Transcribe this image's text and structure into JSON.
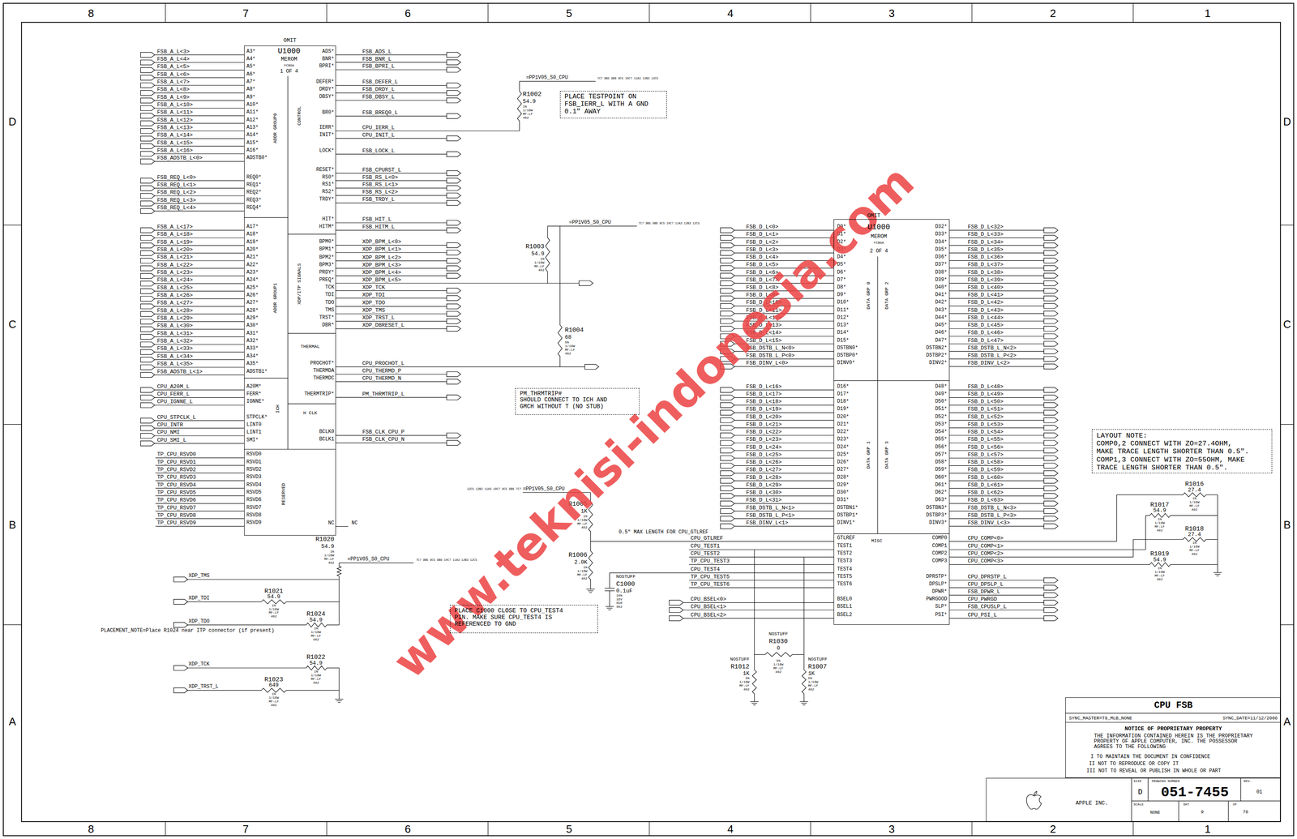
{
  "diagram": {
    "title": "CPU FSB",
    "nodes": [
      {
        "text": [
          "OMIT",
          "U1000",
          "MEROM",
          "FCBGA",
          "1 OF 4"
        ]
      },
      {
        "text": [
          "OMIT",
          "U1000",
          "MEROM",
          "FCBGA",
          "2 OF 4"
        ]
      },
      {
        "text": [
          "PLACE TESTPOINT ON FSB_IERR_L WITH A GND 0.1\" AWAY"
        ]
      },
      {
        "text": [
          "PM_THRMTRIP#",
          "SHOULD CONNECT TO ICH AND GMCH WITHOUT T (NO STUB)"
        ]
      },
      {
        "text": [
          "PLACE C1000 CLOSE TO CPU_TEST4 PIN. MAKE SURE CPU_TEST4 IS REFERENCED TO GND"
        ]
      },
      {
        "text": [
          "LAYOUT NOTE:",
          "COMP0,2 CONNECT WITH ZO=27.4OHM, MAKE TRACE LENGTH SHORTER THAN 0.5\".",
          "COMP1,3 CONNECT WITH ZO=55OHM, MAKE TRACE LENGTH SHORTER THAN 0.5\"."
        ]
      },
      {
        "text": [
          "SYNC_MASTER=T9_MLB_NONE",
          "SYNC_DATE=11/12/2006",
          "NOTICE OF PROPRIETARY PROPERTY",
          "THE INFORMATION CONTAINED HEREIN IS THE PROPRIETARY PROPERTY OF APPLE COMPUTER, INC. THE POSSESSOR AGREES TO THE FOLLOWING",
          "I TO MAINTAIN THE DOCUMENT IN CONFIDENCE",
          "II NOT TO REPRODUCE OR COPY IT",
          "III NOT TO REVEAL OR PUBLISH IN WHOLE OR PART"
        ]
      },
      {
        "text": [
          "APPLE INC.",
          "SIZE",
          "D",
          "DRAWING NUMBER",
          "051-7455",
          "REV.",
          "01",
          "SCALE",
          "NONE",
          "SHT",
          "9",
          "OF",
          "76"
        ]
      }
    ],
    "labels": [
      "FSB_A_L<3>",
      "FSB_A_L<4>",
      "FSB_A_L<5>",
      "FSB_A_L<6>",
      "FSB_A_L<7>",
      "FSB_A_L<8>",
      "FSB_A_L<9>",
      "FSB_A_L<10>",
      "FSB_A_L<11>",
      "FSB_A_L<12>",
      "FSB_A_L<13>",
      "FSB_A_L<14>",
      "FSB_A_L<15>",
      "FSB_A_L<16>",
      "FSB_ADSTB_L<0>",
      "A3*",
      "A4*",
      "A5*",
      "A6*",
      "A7*",
      "A8*",
      "A9*",
      "A10*",
      "A11*",
      "A12*",
      "A13*",
      "A14*",
      "A15*",
      "A16*",
      "ADSTB0*",
      "FSB_REQ_L<0>",
      "FSB_REQ_L<1>",
      "FSB_REQ_L<2>",
      "FSB_REQ_L<3>",
      "FSB_REQ_L<4>",
      "REQ0*",
      "REQ1*",
      "REQ2*",
      "REQ3*",
      "REQ4*",
      "FSB_A_L<17>",
      "FSB_A_L<18>",
      "FSB_A_L<19>",
      "FSB_A_L<20>",
      "FSB_A_L<21>",
      "FSB_A_L<22>",
      "FSB_A_L<23>",
      "FSB_A_L<24>",
      "FSB_A_L<25>",
      "FSB_A_L<26>",
      "FSB_A_L<27>",
      "FSB_A_L<28>",
      "FSB_A_L<29>",
      "FSB_A_L<30>",
      "FSB_A_L<31>",
      "FSB_A_L<32>",
      "FSB_A_L<33>",
      "FSB_A_L<34>",
      "FSB_A_L<35>",
      "FSB_ADSTB_L<1>",
      "A17*",
      "A18*",
      "A19*",
      "A20*",
      "A21*",
      "A22*",
      "A23*",
      "A24*",
      "A25*",
      "A26*",
      "A27*",
      "A28*",
      "A29*",
      "A30*",
      "A31*",
      "A32*",
      "A33*",
      "A34*",
      "A35*",
      "ADSTB1*",
      "CPU_A20M_L",
      "CPU_FERR_L",
      "CPU_IGNNE_L",
      "A20M*",
      "FERR*",
      "IGNNE*",
      "CPU_STPCLK_L",
      "CPU_INTR",
      "CPU_NMI",
      "CPU_SMI_L",
      "STPCLK*",
      "LINT0",
      "LINT1",
      "SMI*",
      "TP_CPU_RSVD0",
      "TP_CPU_RSVD1",
      "TP_CPU_RSVD2",
      "TP_CPU_RSVD3",
      "TP_CPU_RSVD4",
      "TP_CPU_RSVD5",
      "TP_CPU_RSVD6",
      "TP_CPU_RSVD7",
      "TP_CPU_RSVD8",
      "TP_CPU_RSVD9",
      "RSVD0",
      "RSVD1",
      "RSVD2",
      "RSVD3",
      "RSVD4",
      "RSVD5",
      "RSVD6",
      "RSVD7",
      "RSVD8",
      "RSVD9",
      "ADS*",
      "BNR*",
      "BPRI*",
      "DEFER*",
      "DRDY*",
      "DBSY*",
      "BR0*",
      "IERR*",
      "INIT*",
      "LOCK*",
      "RESET*",
      "RS0*",
      "RS1*",
      "RS2*",
      "TRDY*",
      "HIT*",
      "HITM*",
      "BPM0*",
      "BPM1*",
      "BPM2*",
      "BPM3*",
      "PRDY*",
      "PREQ*",
      "TCK",
      "TDI",
      "TDO",
      "TMS",
      "TRST*",
      "DBR*",
      "PROCHOT*",
      "THERMDA",
      "THERMDC",
      "THERMTRIP*",
      "BCLK0",
      "BCLK1",
      "NC",
      "FSB_ADS_L",
      "FSB_BNR_L",
      "FSB_BPRI_L",
      "FSB_DEFER_L",
      "FSB_DRDY_L",
      "FSB_DBSY_L",
      "FSB_BREQ0_L",
      "CPU_IERR_L",
      "CPU_INIT_L",
      "FSB_LOCK_L",
      "FSB_CPURST_L",
      "FSB_RS_L<0>",
      "FSB_RS_L<1>",
      "FSB_RS_L<2>",
      "FSB_TRDY_L",
      "FSB_HIT_L",
      "FSB_HITM_L",
      "XDP_BPM_L<0>",
      "XDP_BPM_L<1>",
      "XDP_BPM_L<2>",
      "XDP_BPM_L<3>",
      "XDP_BPM_L<4>",
      "XDP_BPM_L<5>",
      "XDP_TCK",
      "XDP_TDI",
      "XDP_TDO",
      "XDP_TMS",
      "XDP_TRST_L",
      "XDP_DBRESET_L",
      "CPU_PROCHOT_L",
      "CPU_THERMD_P",
      "CPU_THERMD_N",
      "PM_THRMTRIP_L",
      "FSB_CLK_CPU_P",
      "FSB_CLK_CPU_N",
      "NC",
      "ADDR GROUP0",
      "CONTROL",
      "ADDR GROUP1",
      "XDP/ITP SIGNALS",
      "THERMAL",
      "ICH",
      "H CLK",
      "RESERVED",
      "FSB_D_L<0>",
      "FSB_D_L<1>",
      "FSB_D_L<2>",
      "FSB_D_L<3>",
      "FSB_D_L<4>",
      "FSB_D_L<5>",
      "FSB_D_L<6>",
      "FSB_D_L<7>",
      "FSB_D_L<8>",
      "FSB_D_L<9>",
      "FSB_D_L<10>",
      "FSB_D_L<11>",
      "FSB_D_L<12>",
      "FSB_D_L<13>",
      "FSB_D_L<14>",
      "FSB_D_L<15>",
      "FSB_DSTB_L_N<0>",
      "FSB_DSTB_L_P<0>",
      "FSB_DINV_L<0>",
      "D0*",
      "D1*",
      "D2*",
      "D3*",
      "D4*",
      "D5*",
      "D6*",
      "D7*",
      "D8*",
      "D9*",
      "D10*",
      "D11*",
      "D12*",
      "D13*",
      "D14*",
      "D15*",
      "DSTBN0*",
      "DSTBP0*",
      "DINV0*",
      "FSB_D_L<16>",
      "FSB_D_L<17>",
      "FSB_D_L<18>",
      "FSB_D_L<19>",
      "FSB_D_L<20>",
      "FSB_D_L<21>",
      "FSB_D_L<22>",
      "FSB_D_L<23>",
      "FSB_D_L<24>",
      "FSB_D_L<25>",
      "FSB_D_L<26>",
      "FSB_D_L<27>",
      "FSB_D_L<28>",
      "FSB_D_L<29>",
      "FSB_D_L<30>",
      "FSB_D_L<31>",
      "FSB_DSTB_L_N<1>",
      "FSB_DSTB_L_P<1>",
      "FSB_DINV_L<1>",
      "D16*",
      "D17*",
      "D18*",
      "D19*",
      "D20*",
      "D21*",
      "D22*",
      "D23*",
      "D24*",
      "D25*",
      "D26*",
      "D27*",
      "D28*",
      "D29*",
      "D30*",
      "D31*",
      "DSTBN1*",
      "DSTBP1*",
      "DINV1*",
      "D32*",
      "D33*",
      "D34*",
      "D35*",
      "D36*",
      "D37*",
      "D38*",
      "D39*",
      "D40*",
      "D41*",
      "D42*",
      "D43*",
      "D44*",
      "D45*",
      "D46*",
      "D47*",
      "DSTBN2*",
      "DSTBP2*",
      "DINV2*",
      "FSB_D_L<32>",
      "FSB_D_L<33>",
      "FSB_D_L<34>",
      "FSB_D_L<35>",
      "FSB_D_L<36>",
      "FSB_D_L<37>",
      "FSB_D_L<38>",
      "FSB_D_L<39>",
      "FSB_D_L<40>",
      "FSB_D_L<41>",
      "FSB_D_L<42>",
      "FSB_D_L<43>",
      "FSB_D_L<44>",
      "FSB_D_L<45>",
      "FSB_D_L<46>",
      "FSB_D_L<47>",
      "FSB_DSTB_L_N<2>",
      "FSB_DSTB_L_P<2>",
      "FSB_DINV_L<2>",
      "D48*",
      "D49*",
      "D50*",
      "D51*",
      "D52*",
      "D53*",
      "D54*",
      "D55*",
      "D56*",
      "D57*",
      "D58*",
      "D59*",
      "D60*",
      "D61*",
      "D62*",
      "D63*",
      "DSTBN3*",
      "DSTBP3*",
      "DINV3*",
      "FSB_D_L<48>",
      "FSB_D_L<49>",
      "FSB_D_L<50>",
      "FSB_D_L<51>",
      "FSB_D_L<52>",
      "FSB_D_L<53>",
      "FSB_D_L<54>",
      "FSB_D_L<55>",
      "FSB_D_L<56>",
      "FSB_D_L<57>",
      "FSB_D_L<58>",
      "FSB_D_L<59>",
      "FSB_D_L<60>",
      "FSB_D_L<61>",
      "FSB_D_L<62>",
      "FSB_D_L<63>",
      "FSB_DSTB_L_N<3>",
      "FSB_DSTB_L_P<3>",
      "FSB_DINV_L<3>",
      "GTLREF",
      "TEST1",
      "TEST2",
      "TEST3",
      "TEST4",
      "TEST5",
      "TEST6",
      "BSEL0",
      "BSEL1",
      "BSEL2",
      "CPU_GTLREF",
      "CPU_TEST1",
      "CPU_TEST2",
      "TP_CPU_TEST3",
      "CPU_TEST4",
      "TP_CPU_TEST5",
      "TP_CPU_TEST6",
      "CPU_BSEL<0>",
      "CPU_BSEL<1>",
      "CPU_BSEL<2>",
      "COMP0",
      "COMP1",
      "COMP2",
      "COMP3",
      "DPRSTP*",
      "DPSLP*",
      "DPWR*",
      "PWRGOOD",
      "SLP*",
      "PSI*",
      "CPU_COMP<0>",
      "CPU_COMP<1>",
      "CPU_COMP<2>",
      "CPU_COMP<3>",
      "CPU_DPRSTP_L",
      "CPU_DPSLP_L",
      "FSB_DPWR_L",
      "CPU_PWRGD",
      "FSB_CPUSLP_L",
      "CPU_PSI_L",
      "DATA GRP 0",
      "DATA GRP 2",
      "DATA GRP 1",
      "DATA GRP 3",
      "MISC",
      "R1002",
      "54.9",
      "1%",
      "1/16W",
      "MF-LF",
      "402",
      "R1003",
      "54.9",
      "1%",
      "1/16W",
      "MF-LF",
      "402",
      "R1004",
      "68",
      "5%",
      "1/16W",
      "MF-LF",
      "402",
      "R1005",
      "1K",
      "1%",
      "1/16W",
      "MF-LF",
      "402",
      "R1006",
      "2.0K",
      "1%",
      "1/16W",
      "MF-LF",
      "402",
      "NOSTUFF",
      "C1000",
      "0.1uF",
      "10%",
      "16V",
      "X5R",
      "402",
      "R1020",
      "54.9",
      "1%",
      "1/16W",
      "MF-LF",
      "402",
      "R1021",
      "54.9",
      "1%",
      "1/16W",
      "MF-LF",
      "402",
      "R1024",
      "54.9",
      "1%",
      "1/16W",
      "MF-LF",
      "402",
      "R1022",
      "54.9",
      "1%",
      "1/16W",
      "MF-LF",
      "402",
      "R1023",
      "649",
      "1%",
      "1/16W",
      "MF-LF",
      "402",
      "NOSTUFF",
      "R1030",
      "0",
      "5%",
      "1/16W",
      "MF-LF",
      "402",
      "NOSTUFF",
      "R1012",
      "1K",
      "5%",
      "1/16W",
      "MF-LF",
      "402",
      "NOSTUFF",
      "R1007",
      "1K",
      "5%",
      "1/16W",
      "MF-LF",
      "402",
      "R1016",
      "27.4",
      "1%",
      "1/16W",
      "MF-LF",
      "402",
      "R1017",
      "54.9",
      "1%",
      "1/16W",
      "MF-LF",
      "402",
      "R1018",
      "27.4",
      "1%",
      "1/16W",
      "MF-LF",
      "402",
      "R1019",
      "54.9",
      "1%",
      "1/16W",
      "MF-LF",
      "402",
      "=PP1V05_S0_CPU",
      "7C7 9B5 9B6 9C5 10C7 11A3 12B3 12C5",
      "=PP1V05_S0_CPU",
      "7C7 9B5 9B6 9C5 10C7 11A3 12B3 12C5",
      "=PP1V05_S0_CPU",
      "12C5 12B3 11A3 10C7 9C5 9B6 7C7",
      "=PP1V05_S0_CPU",
      "7C7 9B5 9C5 9B6 10C7 11A3 12B3 12C5",
      "0.5\" MAX LENGTH FOR CPU_GTLREF",
      "PLACEMENT_NOTE=Place R1024 near ITP connector (if present)",
      "XDP_TMS",
      "XDP_TDI",
      "XDP_TDO",
      "XDP_TCK",
      "XDP_TRST_L",
      "8",
      "7",
      "6",
      "5",
      "4",
      "3",
      "2",
      "1",
      "8",
      "7",
      "6",
      "5",
      "4",
      "3",
      "2",
      "1",
      "D",
      "C",
      "B",
      "A",
      "D",
      "C",
      "B",
      "A",
      "www.teknisi-indonesia.com"
    ]
  }
}
